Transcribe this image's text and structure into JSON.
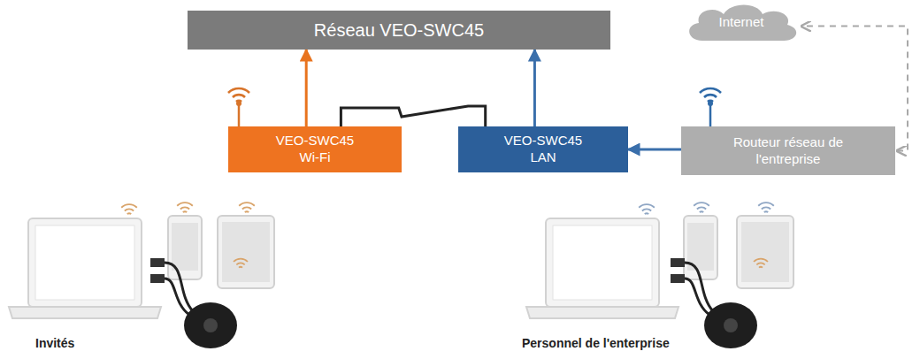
{
  "diagram": {
    "nodes": [
      {
        "text": [
          "Réseau VEO-SWC45"
        ]
      },
      {
        "text": [
          "Internet"
        ]
      },
      {
        "text": [
          "VEO-SWC45 Wi-Fi"
        ]
      },
      {
        "text": [
          "VEO-SWC45 LAN"
        ]
      },
      {
        "text": [
          "Routeur réseau de l'entreprise"
        ]
      }
    ],
    "edges": [
      {
        "from": 2,
        "to": 0,
        "arrow": "to"
      },
      {
        "from": 3,
        "to": 0,
        "arrow": "to"
      },
      {
        "from": 4,
        "to": 3,
        "arrow": "to"
      },
      {
        "from": 4,
        "to": 1,
        "arrow": "both"
      },
      {
        "from": 2,
        "to": 3,
        "arrow": "none"
      }
    ],
    "labels": [
      "Invités",
      "Personnel de l'enterprise"
    ]
  }
}
